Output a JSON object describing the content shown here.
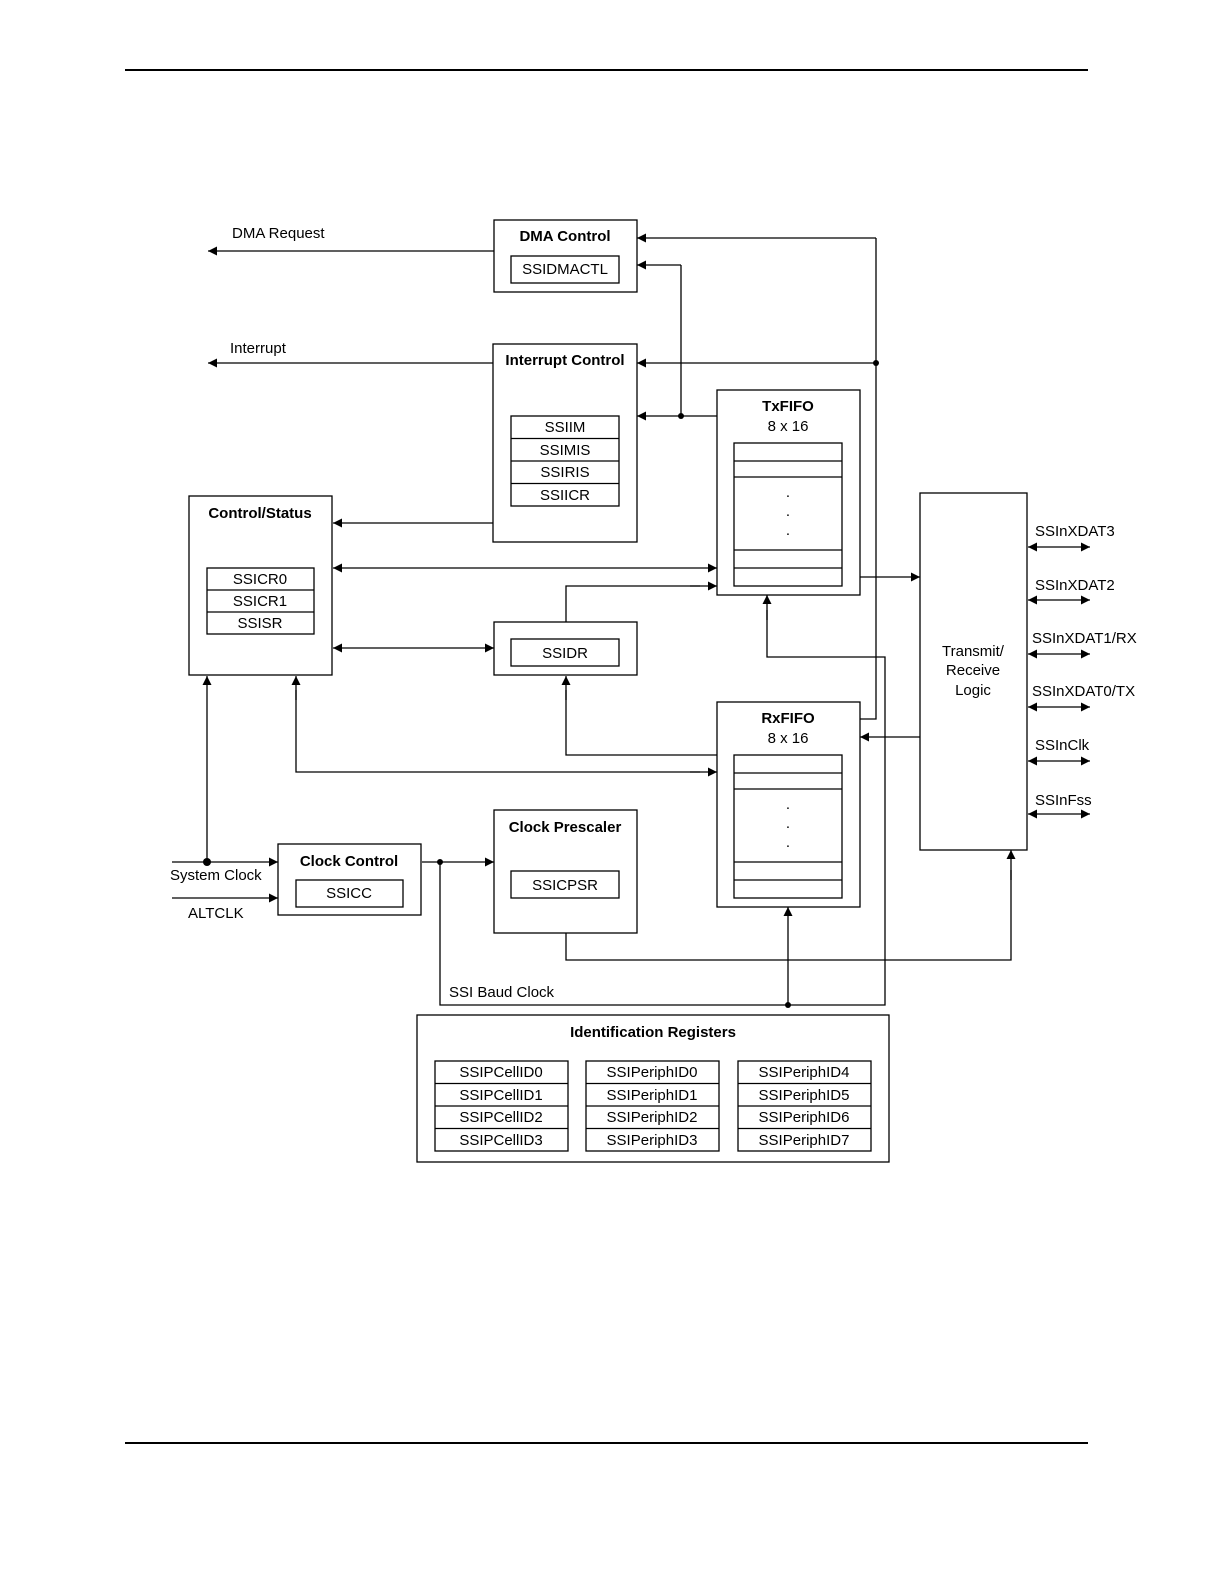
{
  "labels": {
    "dma_request": "DMA Request",
    "interrupt": "Interrupt",
    "system_clock": "System Clock",
    "altclk": "ALTCLK",
    "ssi_baud_clock": "SSI Baud Clock"
  },
  "blocks": {
    "dma_control": {
      "title": "DMA Control",
      "registers": [
        "SSIDMACTL"
      ]
    },
    "interrupt_control": {
      "title": "Interrupt Control",
      "registers": [
        "SSIIM",
        "SSIMIS",
        "SSIRIS",
        "SSIICR"
      ]
    },
    "control_status": {
      "title": "Control/Status",
      "registers": [
        "SSICR0",
        "SSICR1",
        "SSISR"
      ]
    },
    "data_register": {
      "registers": [
        "SSIDR"
      ]
    },
    "txfifo": {
      "title": "TxFIFO",
      "size": "8 x 16",
      "ellipsis": "."
    },
    "rxfifo": {
      "title": "RxFIFO",
      "size": "8 x 16",
      "ellipsis": "."
    },
    "transmit_receive": {
      "lines": [
        "Transmit/",
        "Receive",
        "Logic"
      ]
    },
    "clock_control": {
      "title": "Clock Control",
      "registers": [
        "SSICC"
      ]
    },
    "clock_prescaler": {
      "title": "Clock Prescaler",
      "registers": [
        "SSICPSR"
      ]
    },
    "identification": {
      "title": "Identification Registers",
      "columns": [
        [
          "SSIPCellID0",
          "SSIPCellID1",
          "SSIPCellID2",
          "SSIPCellID3"
        ],
        [
          "SSIPeriphID0",
          "SSIPeriphID1",
          "SSIPeriphID2",
          "SSIPeriphID3"
        ],
        [
          "SSIPeriphID4",
          "SSIPeriphID5",
          "SSIPeriphID6",
          "SSIPeriphID7"
        ]
      ]
    }
  },
  "signals": [
    "SSInXDAT3",
    "SSInXDAT2",
    "SSInXDAT1/RX",
    "SSInXDAT0/TX",
    "SSInClk",
    "SSInFss"
  ]
}
